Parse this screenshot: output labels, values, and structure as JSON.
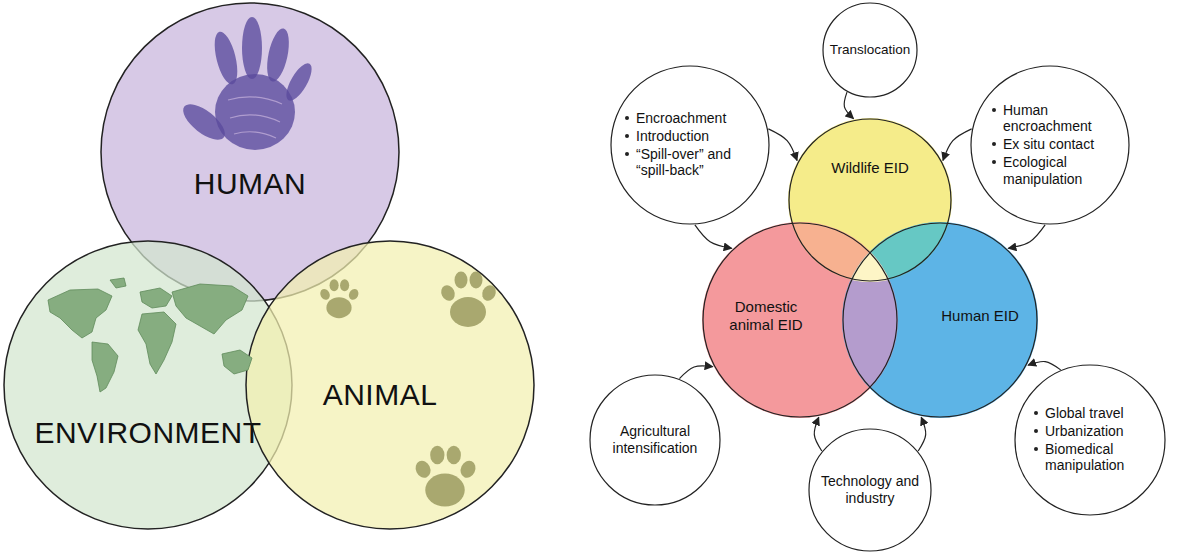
{
  "diagram": {
    "nodes": [
      {
        "text": [
          "HUMAN"
        ]
      },
      {
        "text": [
          "ENVIRONMENT"
        ]
      },
      {
        "text": [
          "ANIMAL"
        ]
      },
      {
        "text": [
          "Translocation"
        ]
      },
      {
        "text": [
          "Encroachment",
          "Introduction",
          "“Spill-over” and “spill-back”"
        ]
      },
      {
        "text": [
          "Wildlife EID"
        ]
      },
      {
        "text": [
          "Human encroachment",
          "Ex situ contact",
          "Ecological manipulation"
        ]
      },
      {
        "text": [
          "Domestic animal EID"
        ]
      },
      {
        "text": [
          "Human EID"
        ]
      },
      {
        "text": [
          "Agricultural intensification"
        ]
      },
      {
        "text": [
          "Global travel",
          "Urbanization",
          "Biomedical manipulation"
        ]
      },
      {
        "text": [
          "Technology and industry"
        ]
      }
    ],
    "edges": [
      {
        "from": 3,
        "to": 5,
        "arrow": "to"
      },
      {
        "from": 4,
        "to": 5,
        "arrow": "to"
      },
      {
        "from": 4,
        "to": 7,
        "arrow": "to"
      },
      {
        "from": 6,
        "to": 5,
        "arrow": "to"
      },
      {
        "from": 6,
        "to": 8,
        "arrow": "to"
      },
      {
        "from": 9,
        "to": 7,
        "arrow": "to"
      },
      {
        "from": 11,
        "to": 7,
        "arrow": "to"
      },
      {
        "from": 11,
        "to": 8,
        "arrow": "to"
      },
      {
        "from": 10,
        "to": 8,
        "arrow": "to"
      }
    ]
  }
}
